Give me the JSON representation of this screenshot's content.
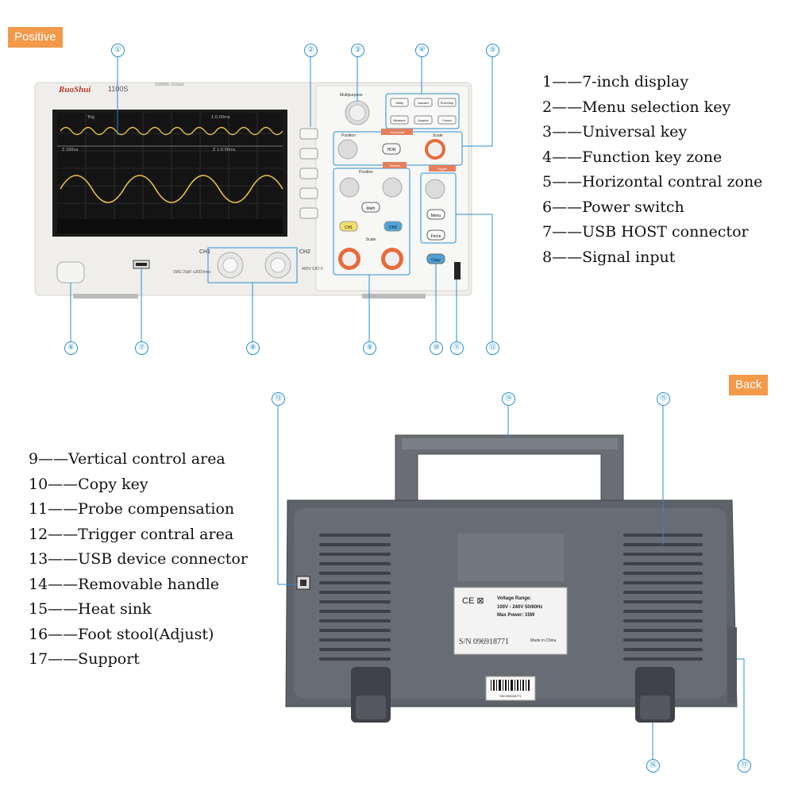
{
  "front": {
    "tag": "Positive",
    "legend": [
      "1——7-inch display",
      "2——Menu selection key",
      "3——Universal key",
      "4——Function key zone",
      "5——Horizontal contral zone",
      "6——Power switch",
      "7——USB HOST connector",
      "8——Signal input"
    ],
    "callouts": [
      "①",
      "②",
      "③",
      "④",
      "⑤",
      "⑥",
      "⑦",
      "⑧",
      "⑨",
      "⑩",
      "⑪",
      "⑫"
    ],
    "device": {
      "brand": "RuoShui",
      "model": "1100S",
      "spec": "100MHz 1GSa/s",
      "ch1": "CH1",
      "ch2": "CH2",
      "multipurpose": "Multipurpose",
      "position": "Position",
      "scale": "Scale",
      "horizontal": "Horizontal",
      "vertical": "Vertical",
      "trigger": "Trigger",
      "btn_utility": "Utility",
      "btn_autoset": "Autoset",
      "btn_runstop": "Run/Stop",
      "btn_measure": "Measure",
      "btn_acquire": "Acquire",
      "btn_cursor": "Cursor",
      "btn_hor": "HOR",
      "btn_math": "Math",
      "btn_menu": "Menu",
      "btn_force": "Force",
      "btn_copy": "Copy",
      "screen_top": "1:0.00ms",
      "screen_mid": "Z 200us",
      "screen_mid2": "Z 1:0.00ms",
      "input_spec": "1MΩ 20pF ≤300Vrms",
      "cat_spec": "400V CAT II"
    }
  },
  "back": {
    "tag": "Back",
    "legend": [
      "9——Vertical control area",
      "10——Copy key",
      "11——Probe compensation",
      "12——Trigger contral area",
      "13——USB device connector",
      "14——Removable handle",
      "15——Heat sink",
      "16——Foot stool(Adjust)",
      "17——Support"
    ],
    "callouts": [
      "⑬",
      "⑭",
      "⑮",
      "⑯",
      "⑰"
    ],
    "label": {
      "voltage_title": "Voltage Range:",
      "voltage": "100V - 240V  50/60Hz",
      "power": "Max Power:  15W",
      "serial": "S/N 096918771",
      "made": "Made in China",
      "barcode_sn": "S/N 096918771"
    }
  },
  "colors": {
    "accent": "#f2994a",
    "callout": "#2a8fd0",
    "device_body": "#f0efec",
    "back_body": "#5d6168"
  }
}
